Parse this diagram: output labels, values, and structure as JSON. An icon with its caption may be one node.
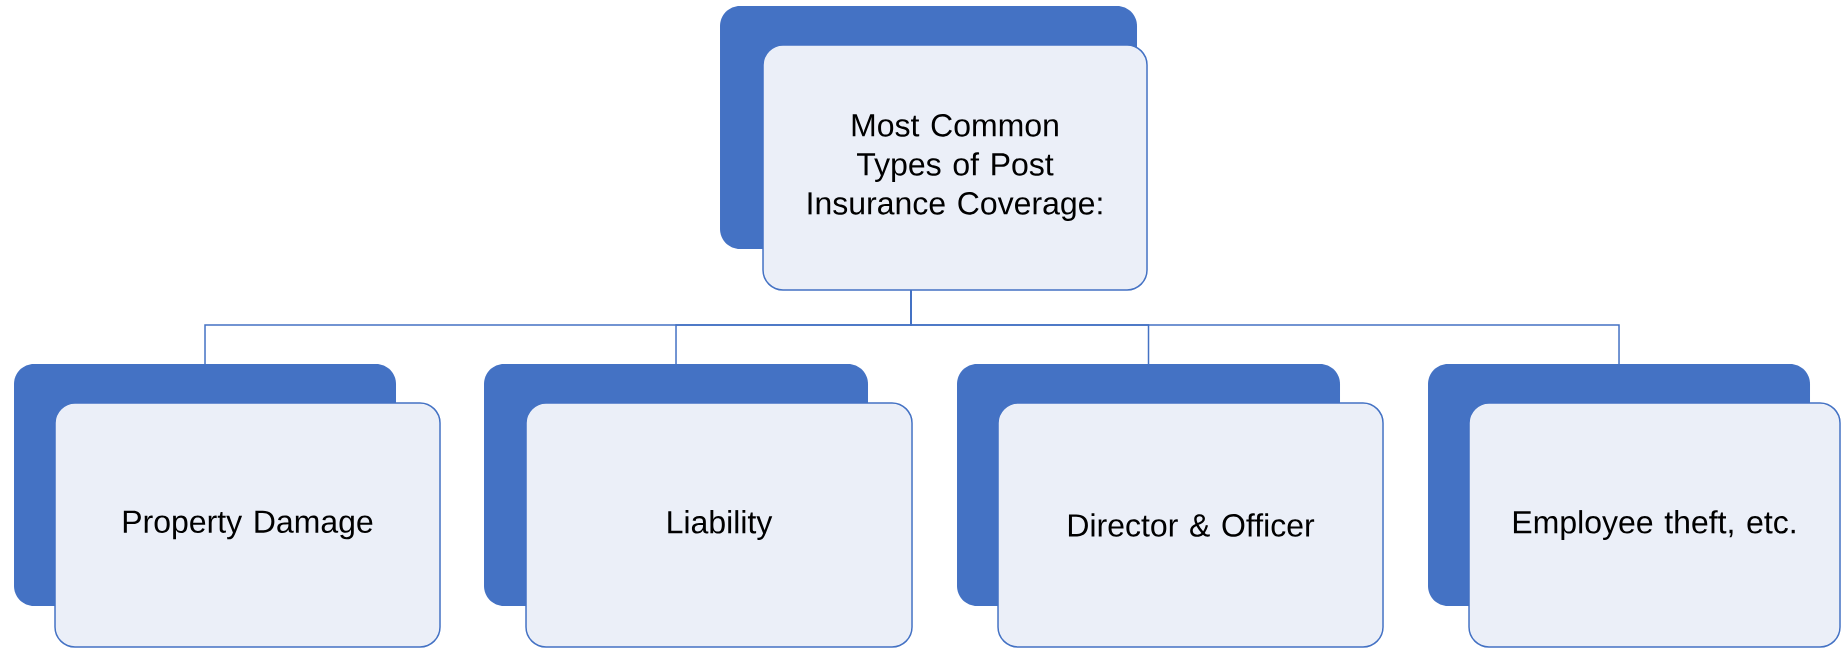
{
  "diagram": {
    "nodes": [
      {
        "text": [
          "Most Common Types of Post Insurance Coverage:"
        ]
      },
      {
        "text": [
          "Property Damage"
        ]
      },
      {
        "text": [
          "Liability"
        ]
      },
      {
        "text": [
          "Director & Officer"
        ]
      },
      {
        "text": [
          "Employee theft, etc."
        ]
      }
    ],
    "edges": [
      {
        "from": 0,
        "to": 1,
        "arrow": "none"
      },
      {
        "from": 0,
        "to": 2,
        "arrow": "none"
      },
      {
        "from": 0,
        "to": 3,
        "arrow": "none"
      },
      {
        "from": 0,
        "to": 4,
        "arrow": "none"
      }
    ]
  }
}
